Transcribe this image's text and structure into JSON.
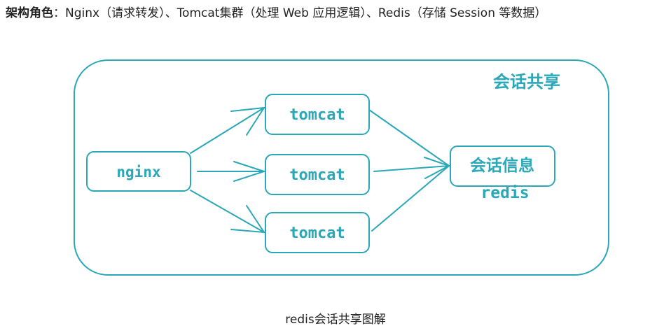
{
  "header": {
    "label": "架构角色",
    "separator": "：",
    "text": "Nginx（请求转发）、Tomcat集群（处理 Web 应用逻辑）、Redis（存储 Session 等数据）"
  },
  "diagram": {
    "group_label": "会话共享",
    "nodes": {
      "nginx": "nginx",
      "tomcat_1": "tomcat",
      "tomcat_2": "tomcat",
      "tomcat_3": "tomcat",
      "session_info": "会话信息",
      "redis": "redis"
    },
    "stroke_color": "#2aa8b8"
  },
  "caption": "redis会话共享图解"
}
